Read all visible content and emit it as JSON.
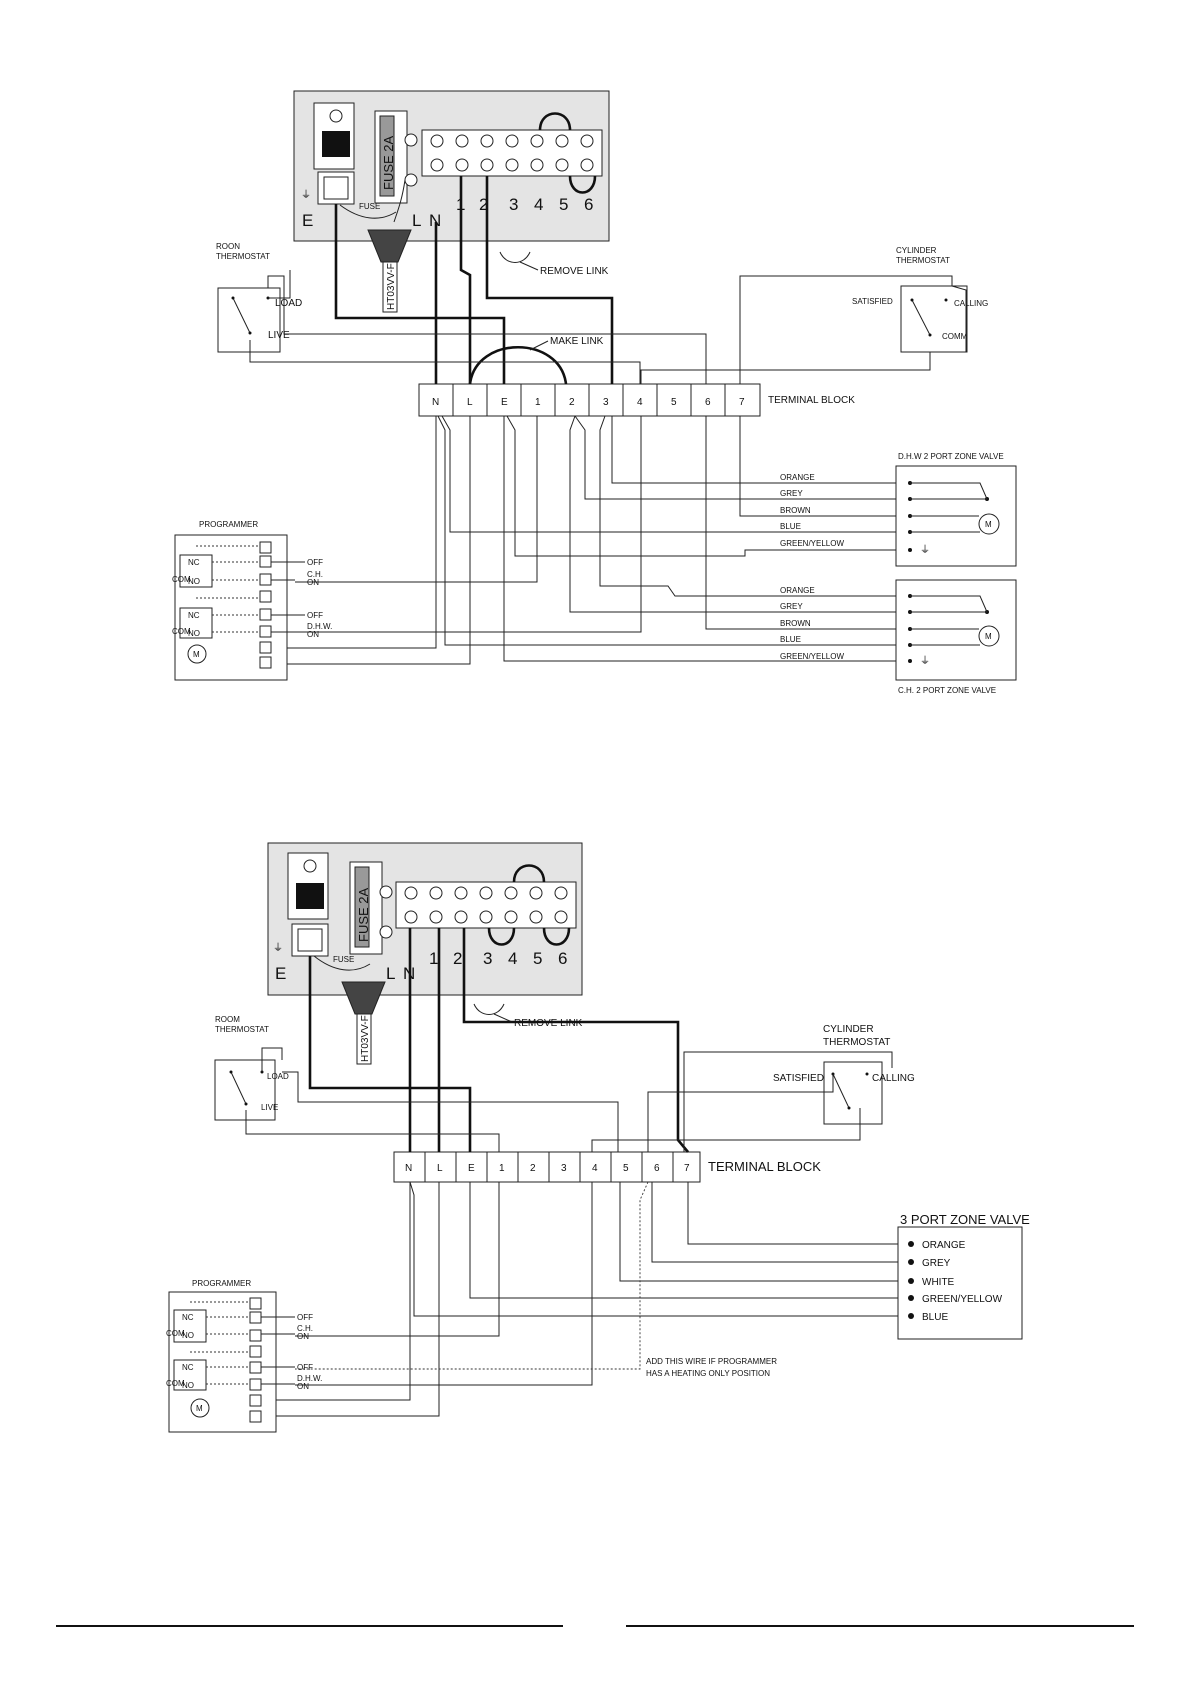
{
  "diagrams": [
    {
      "unit": {
        "fuse_label": "FUSE 2A",
        "fuse_text": "FUSE",
        "cable_label": "HT03VV-F",
        "terminal_labels": [
          "E",
          "L",
          "N",
          "1",
          "2",
          "3",
          "4",
          "5",
          "6"
        ]
      },
      "remove_link": "REMOVE LINK",
      "make_link": "MAKE LINK",
      "room_thermostat": {
        "title": [
          "ROON",
          "THERMOSTAT"
        ],
        "load": "LOAD",
        "live": "LIVE"
      },
      "cylinder_thermostat": {
        "title": [
          "CYLINDER",
          "THERMOSTAT"
        ],
        "satisfied": "SATISFIED",
        "calling": "CALLING",
        "comm": "COMM"
      },
      "terminal_block": {
        "label": "TERMINAL  BLOCK",
        "cells": [
          "N",
          "L",
          "E",
          "1",
          "2",
          "3",
          "4",
          "5",
          "6",
          "7"
        ]
      },
      "dhw_valve": {
        "title": "D.H.W 2 PORT ZONE VALVE",
        "wires": [
          "ORANGE",
          "GREY",
          "BROWN",
          "BLUE",
          "GREEN/YELLOW"
        ],
        "motor": "M"
      },
      "ch_valve": {
        "title": "C.H. 2 PORT ZONE VALVE",
        "wires": [
          "ORANGE",
          "GREY",
          "BROWN",
          "BLUE",
          "GREEN/YELLOW"
        ],
        "motor": "M"
      },
      "programmer": {
        "title": "PROGRAMMER",
        "nc": "NC",
        "no": "NO",
        "com": "COM",
        "off": "OFF",
        "ch": "C.H.",
        "dhw": "D.H.W.",
        "on": "ON",
        "motor": "M"
      }
    },
    {
      "unit": {
        "fuse_label": "FUSE 2A",
        "fuse_text": "FUSE",
        "cable_label": "HT03VV-F",
        "terminal_labels": [
          "E",
          "L",
          "N",
          "1",
          "2",
          "3",
          "4",
          "5",
          "6"
        ]
      },
      "remove_link": "REMOVE LINK",
      "room_thermostat": {
        "title": [
          "ROOM",
          "THERMOSTAT"
        ],
        "load": "LOAD",
        "live": "LIVE"
      },
      "cylinder_thermostat": {
        "title": [
          "CYLINDER",
          "THERMOSTAT"
        ],
        "satisfied": "SATISFIED",
        "calling": "CALLING"
      },
      "terminal_block": {
        "label": "TERMINAL BLOCK",
        "cells": [
          "N",
          "L",
          "E",
          "1",
          "2",
          "3",
          "4",
          "5",
          "6",
          "7"
        ]
      },
      "three_port_valve": {
        "title": "3 PORT ZONE VALVE",
        "wires": [
          "ORANGE",
          "GREY",
          "WHITE",
          "GREEN/YELLOW",
          "BLUE"
        ]
      },
      "programmer": {
        "title": "PROGRAMMER",
        "nc": "NC",
        "no": "NO",
        "com": "COM",
        "off": "OFF",
        "ch": "C.H.",
        "dhw": "D.H.W.",
        "on": "ON",
        "motor": "M"
      },
      "note": [
        "ADD THIS WIRE IF PROGRAMMER",
        "HAS A HEATING ONLY POSITION"
      ]
    }
  ]
}
